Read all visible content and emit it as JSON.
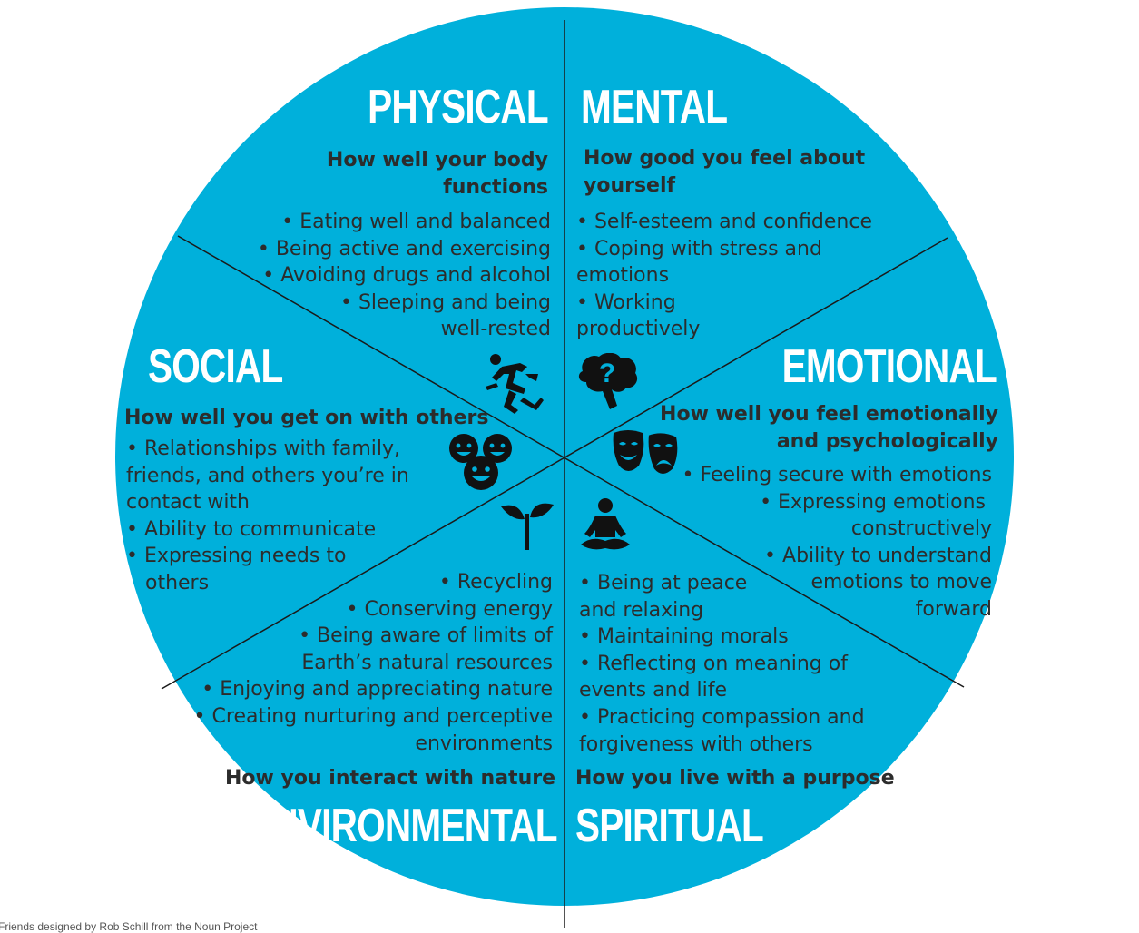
{
  "wheel": {
    "fill_color": "#00b0db",
    "divider_color": "#1a1a1a"
  },
  "physical": {
    "title": "PHYSICAL",
    "subtitle": [
      "How well your body",
      "functions"
    ],
    "bullets": [
      "• Eating well and balanced",
      "• Being active and exercising",
      "• Avoiding drugs and alcohol",
      "• Sleeping and being",
      "well-rested"
    ],
    "icon": "running-person-icon"
  },
  "mental": {
    "title": "MENTAL",
    "subtitle": [
      "How good you feel about",
      "yourself"
    ],
    "bullets": [
      "• Self-esteem and confidence",
      "• Coping with stress and",
      "emotions",
      "• Working",
      "productively"
    ],
    "icon": "brain-question-icon"
  },
  "social": {
    "title": "SOCIAL",
    "subtitle": [
      "How well you get on with others"
    ],
    "bullets": [
      "• Relationships with family,",
      "friends, and others you’re in",
      "contact with",
      "• Ability to communicate",
      "• Expressing needs to",
      "   others"
    ],
    "icon": "smiling-faces-icon"
  },
  "emotional": {
    "title": "EMOTIONAL",
    "subtitle": [
      "How well you feel emotionally",
      "and psychologically"
    ],
    "bullets": [
      "• Feeling secure with emotions",
      "• Expressing emotions ",
      "constructively",
      "• Ability to understand",
      "emotions to move",
      "forward"
    ],
    "icon": "theater-masks-icon"
  },
  "environmental": {
    "title": "ENVIRONMENTAL",
    "subtitle": [
      "How you interact with nature"
    ],
    "bullets": [
      "• Recycling",
      "• Conserving energy",
      "• Being aware of limits of",
      "Earth’s natural resources",
      "• Enjoying and appreciating nature",
      "• Creating nurturing and perceptive",
      "environments"
    ],
    "icon": "sprout-icon"
  },
  "spiritual": {
    "title": "SPIRITUAL",
    "subtitle": [
      "How you live with a purpose"
    ],
    "bullets": [
      "• Being at peace",
      "and relaxing",
      "• Maintaining morals",
      "• Reflecting on meaning of",
      "events and life",
      "• Practicing compassion and",
      "forgiveness with others"
    ],
    "icon": "meditating-person-icon"
  },
  "credit": "Friends designed by Rob Schill from the Noun Project"
}
